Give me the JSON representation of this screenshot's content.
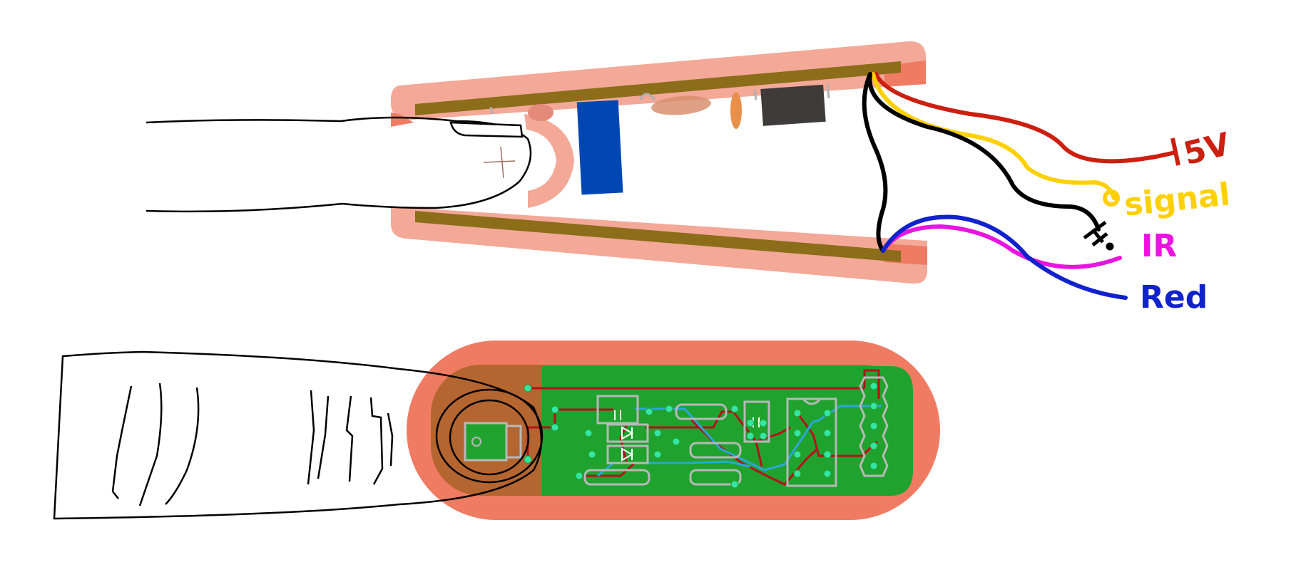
{
  "labels": {
    "v5": "5V",
    "signal": "signal",
    "ir": "IR",
    "red": "Red"
  },
  "colors": {
    "housing": "#f3a898",
    "housing_dark": "#ef7b63",
    "pcb_rail": "#8b6d1a",
    "pcb_green": "#20a22e",
    "pcb_brown": "#b5652f",
    "trace_red": "#b3121b",
    "trace_cyan": "#2aa7d8",
    "wire_5v": "#cc1f10",
    "wire_signal": "#ffd000",
    "wire_ground": "#000000",
    "wire_ir": "#ea14e0",
    "wire_red": "#1122cc"
  },
  "icons": [
    "finger-side-outline",
    "finger-top-outline",
    "ground-symbol",
    "led-sensor",
    "ic-chip",
    "header-pins"
  ]
}
